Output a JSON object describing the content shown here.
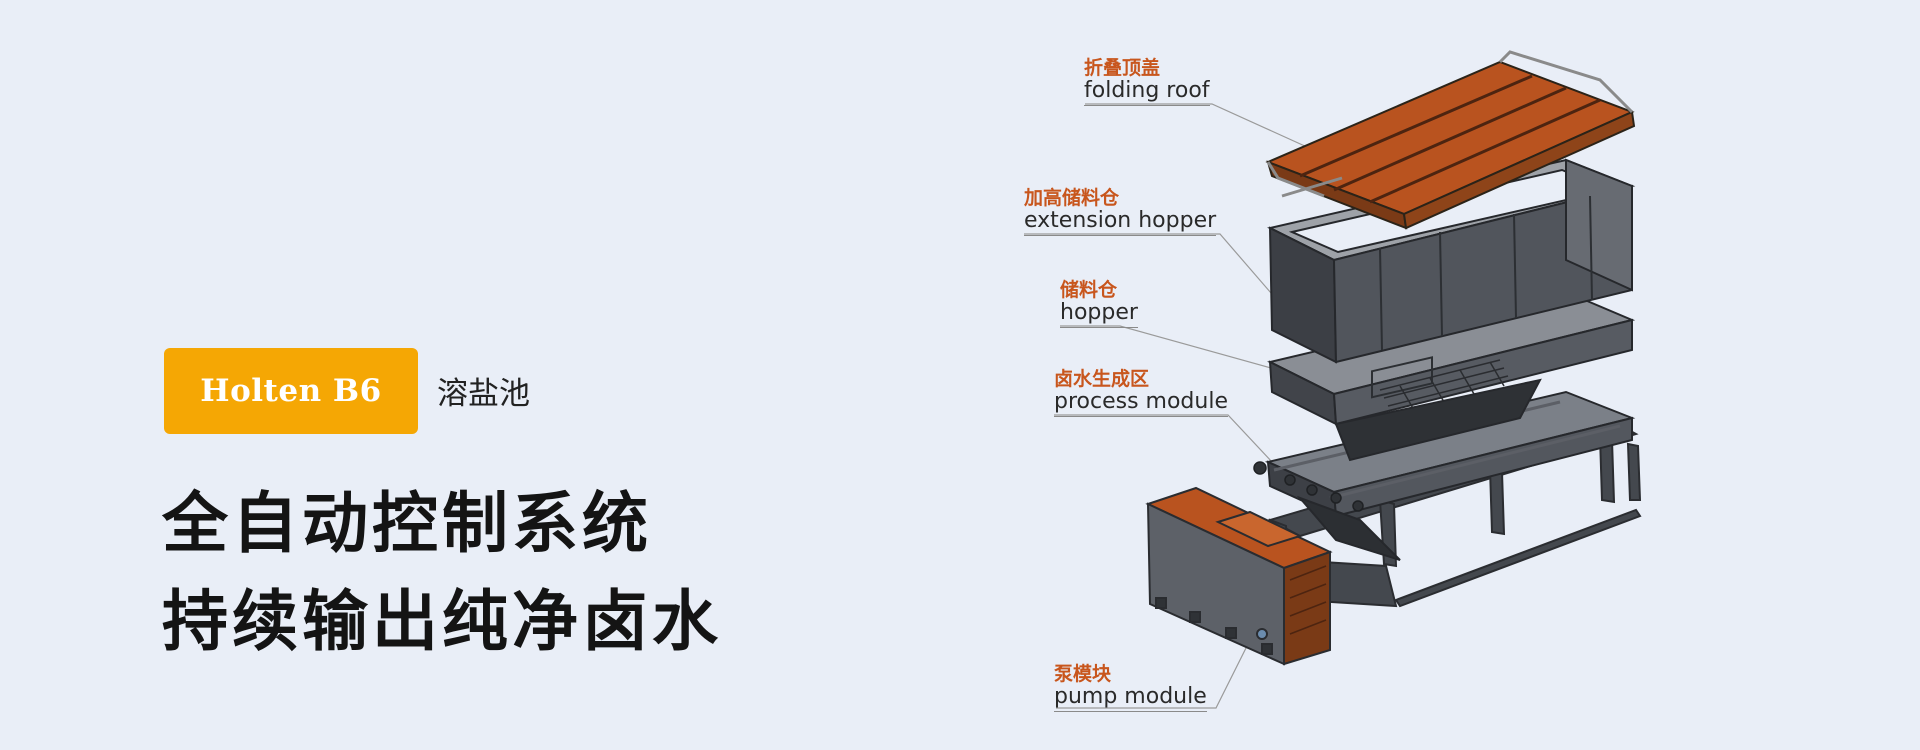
{
  "banner": {
    "badge_label": "Holten B6",
    "subtitle": "溶盐池",
    "headline_line1": "全自动控制系统",
    "headline_line2": "持续输出纯净卤水"
  },
  "diagram": {
    "labels": [
      {
        "id": "folding-roof",
        "zh": "折叠顶盖",
        "en": "folding roof"
      },
      {
        "id": "extension-hopper",
        "zh": "加高储料仓",
        "en": "extension hopper"
      },
      {
        "id": "hopper",
        "zh": "储料仓",
        "en": "hopper"
      },
      {
        "id": "process-module",
        "zh": "卤水生成区",
        "en": "process module"
      },
      {
        "id": "pump-module",
        "zh": "泵模块",
        "en": "pump module"
      }
    ]
  },
  "colors": {
    "background": "#e9eef7",
    "badge": "#f5a704",
    "label_accent": "#c8561d",
    "roof_orange": "#b9531f",
    "steel_dark": "#3a3d42",
    "steel_mid": "#5d6168"
  }
}
